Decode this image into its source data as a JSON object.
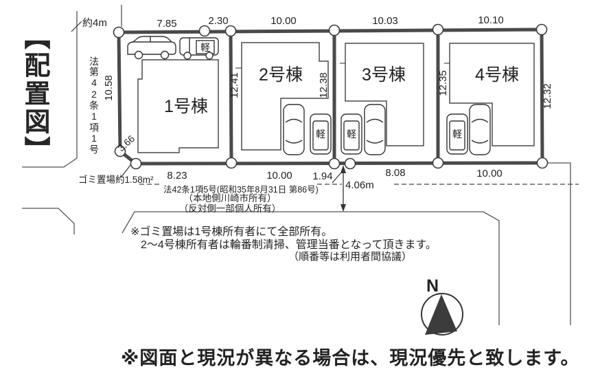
{
  "title": "【配置図】",
  "roads": {
    "left_width_label": "約4m",
    "left_law_label": "法第42条1項1号",
    "bottom_law_label": "法42条1項5号(昭和35年8月31日 第86号)",
    "bottom_owner_line1": "（本地側川崎市所有）",
    "bottom_owner_line2": "（反対側一部個人所有）",
    "bottom_width_label": "4.06m"
  },
  "dims": {
    "top": [
      "7.85",
      "2.30",
      "10.00",
      "10.03",
      "10.10"
    ],
    "bottom": [
      "8.23",
      "10.00",
      "1.94",
      "8.08",
      "10.00"
    ],
    "left_front": "10.58",
    "boundaries": [
      "12.41",
      "12.38",
      "12.35",
      "12.32"
    ],
    "garbage_diagonal": "3.66"
  },
  "lots": [
    {
      "name": "1号棟"
    },
    {
      "name": "2号棟"
    },
    {
      "name": "3号棟"
    },
    {
      "name": "4号棟"
    }
  ],
  "cars": {
    "kei_label": "軽"
  },
  "garbage": {
    "label": "ゴミ置場約1.58m²"
  },
  "notes": {
    "line1": "※ゴミ置場は1号棟所有者にて全部所有。",
    "line2": "2〜4号棟所有者は輪番制清掃、管理当番となって頂きます。",
    "line3": "（順番等は利用者間協議）"
  },
  "compass": {
    "north": "N"
  },
  "footer": {
    "disclaimer": "※図面と現況が異なる場合は、現況優先と致します。"
  },
  "colors": {
    "boundary": "#4a4a4a",
    "thin_line": "#555555",
    "text": "#222222",
    "background": "#ffffff"
  }
}
